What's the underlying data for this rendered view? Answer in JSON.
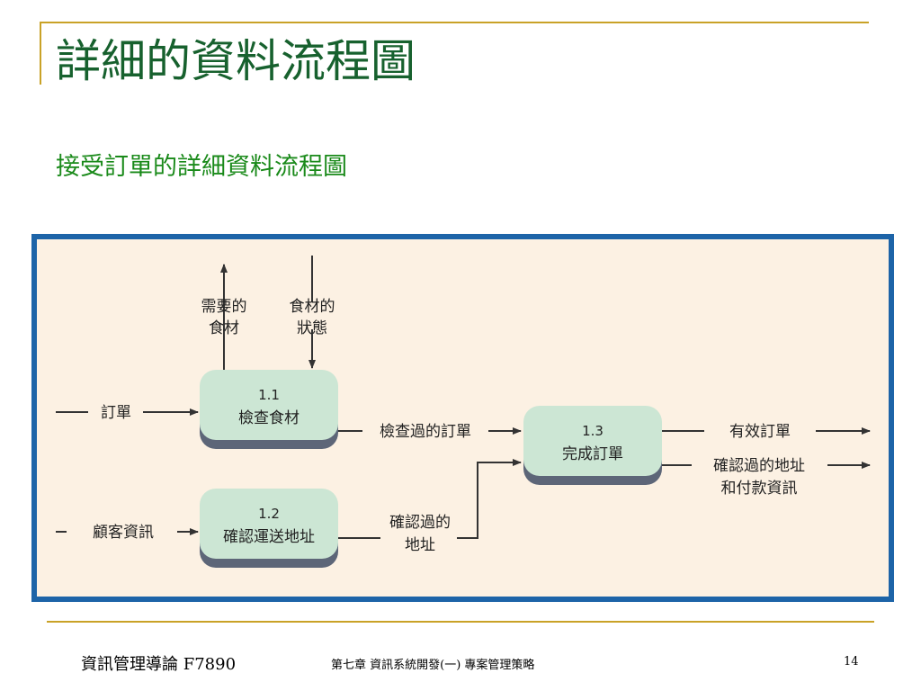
{
  "slide": {
    "title": "詳細的資料流程圖",
    "subtitle": "接受訂單的詳細資料流程圖"
  },
  "diagram": {
    "processes": [
      {
        "id": "1.1",
        "label": "檢查食材"
      },
      {
        "id": "1.2",
        "label": "確認運送地址"
      },
      {
        "id": "1.3",
        "label": "完成訂單"
      }
    ],
    "flows": {
      "needed_ingredients": [
        "需要的",
        "食材"
      ],
      "ingredient_status": [
        "食材的",
        "狀態"
      ],
      "order": "訂單",
      "customer_info": "顧客資訊",
      "checked_order": "檢查過的訂單",
      "confirmed_address": [
        "確認過的",
        "地址"
      ],
      "valid_order": "有效訂單",
      "confirmed_address_payment": [
        "確認過的地址",
        "和付款資訊"
      ]
    },
    "colors": {
      "frame_border": "#1d64a8",
      "background": "#fcf1e3",
      "process_fill": "#cce6d4",
      "process_shadow": "#5d6678",
      "line": "#333333"
    }
  },
  "footer": {
    "course": "資訊管理導論 F7890",
    "chapter": "第七章 資訊系統開發(一) 專案管理策略",
    "page": "14"
  }
}
